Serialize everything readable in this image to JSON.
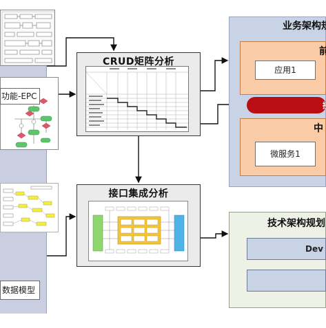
{
  "left": {
    "epc_label": "功能-EPC",
    "data_model_label": "数据模型"
  },
  "crud": {
    "title": "CRUD矩阵分析"
  },
  "interface": {
    "title": "接口集成分析"
  },
  "business": {
    "title": "业务架构规划",
    "front_label": "前",
    "app1": "应用1",
    "red_bar_text": "接",
    "middle_label": "中",
    "micro1": "微服务1"
  },
  "tech": {
    "title": "技术架构规划",
    "devops": "Dev"
  }
}
